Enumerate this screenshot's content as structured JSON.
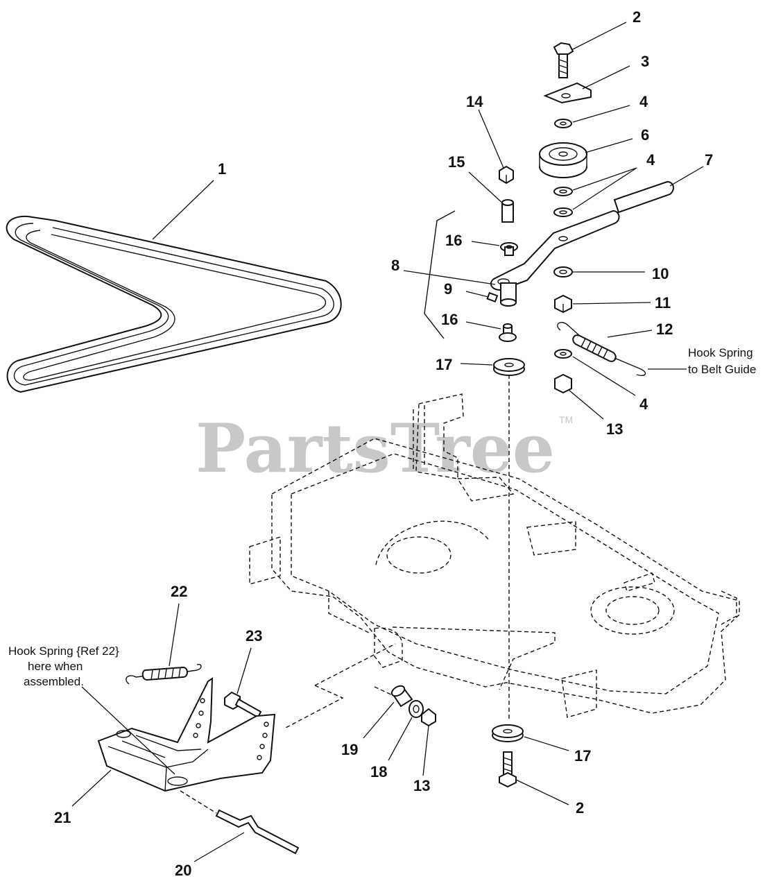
{
  "watermark": {
    "text": "PartsTree",
    "trademark": "TM"
  },
  "callouts": {
    "c1": "1",
    "c2a": "2",
    "c2b": "2",
    "c3": "3",
    "c4a": "4",
    "c4b": "4",
    "c4c": "4",
    "c6": "6",
    "c7": "7",
    "c8": "8",
    "c9": "9",
    "c10": "10",
    "c11": "11",
    "c12": "12",
    "c13a": "13",
    "c13b": "13",
    "c14": "14",
    "c15": "15",
    "c16a": "16",
    "c16b": "16",
    "c17a": "17",
    "c17b": "17",
    "c18": "18",
    "c19": "19",
    "c20": "20",
    "c21": "21",
    "c22": "22",
    "c23": "23"
  },
  "notes": {
    "belt_guide_1": "Hook Spring",
    "belt_guide_2": "to Belt Guide",
    "ref22_1": "Hook Spring {Ref 22}",
    "ref22_2": "here when",
    "ref22_3": "assembled."
  }
}
